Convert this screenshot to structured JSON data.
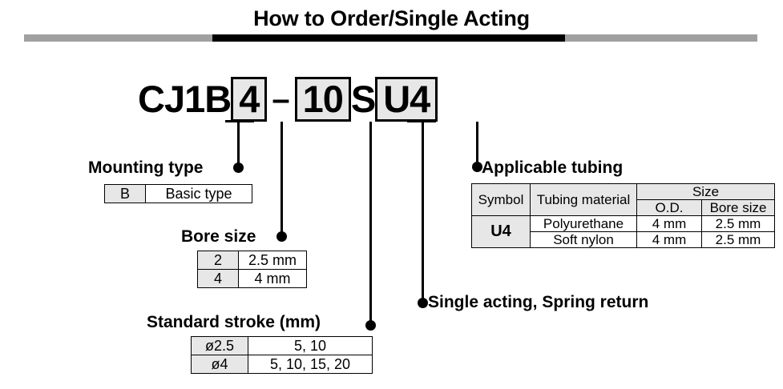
{
  "title": "How to Order/Single Acting",
  "colors": {
    "box_fill": "#e7e7e7",
    "rule_gray": "#a0a0a0",
    "rule_black": "#000000"
  },
  "part_number": {
    "segments": [
      {
        "text": "CJ1",
        "style": "plain",
        "underlined": false
      },
      {
        "text": "B",
        "style": "plain",
        "underlined": true
      },
      {
        "text": "4",
        "style": "box",
        "underlined": false
      },
      {
        "text": "–",
        "style": "dash",
        "underlined": false
      },
      {
        "text": "10",
        "style": "box",
        "underlined": false
      },
      {
        "text": "S",
        "style": "plain",
        "underlined": true
      },
      {
        "text": "U4",
        "style": "box",
        "underlined": false
      }
    ]
  },
  "sections": {
    "mounting_type": {
      "heading": "Mounting type",
      "rows": [
        {
          "symbol": "B",
          "value": "Basic type"
        }
      ]
    },
    "bore_size": {
      "heading": "Bore size",
      "rows": [
        {
          "symbol": "2",
          "value": "2.5 mm"
        },
        {
          "symbol": "4",
          "value": "4 mm"
        }
      ]
    },
    "standard_stroke": {
      "heading": "Standard stroke (mm)",
      "rows": [
        {
          "symbol": "ø2.5",
          "value": "5, 10"
        },
        {
          "symbol": "ø4",
          "value": "5, 10, 15, 20"
        }
      ]
    },
    "acting_note": {
      "heading": "Single acting, Spring return"
    },
    "applicable_tubing": {
      "heading": "Applicable tubing",
      "headers": {
        "symbol": "Symbol",
        "material": "Tubing material",
        "size": "Size",
        "od": "O.D.",
        "bore": "Bore size"
      },
      "rows": [
        {
          "symbol": "U4",
          "material": "Polyurethane",
          "od": "4 mm",
          "bore": "2.5 mm"
        },
        {
          "symbol": "",
          "material": "Soft nylon",
          "od": "4 mm",
          "bore": "2.5 mm"
        }
      ]
    }
  }
}
